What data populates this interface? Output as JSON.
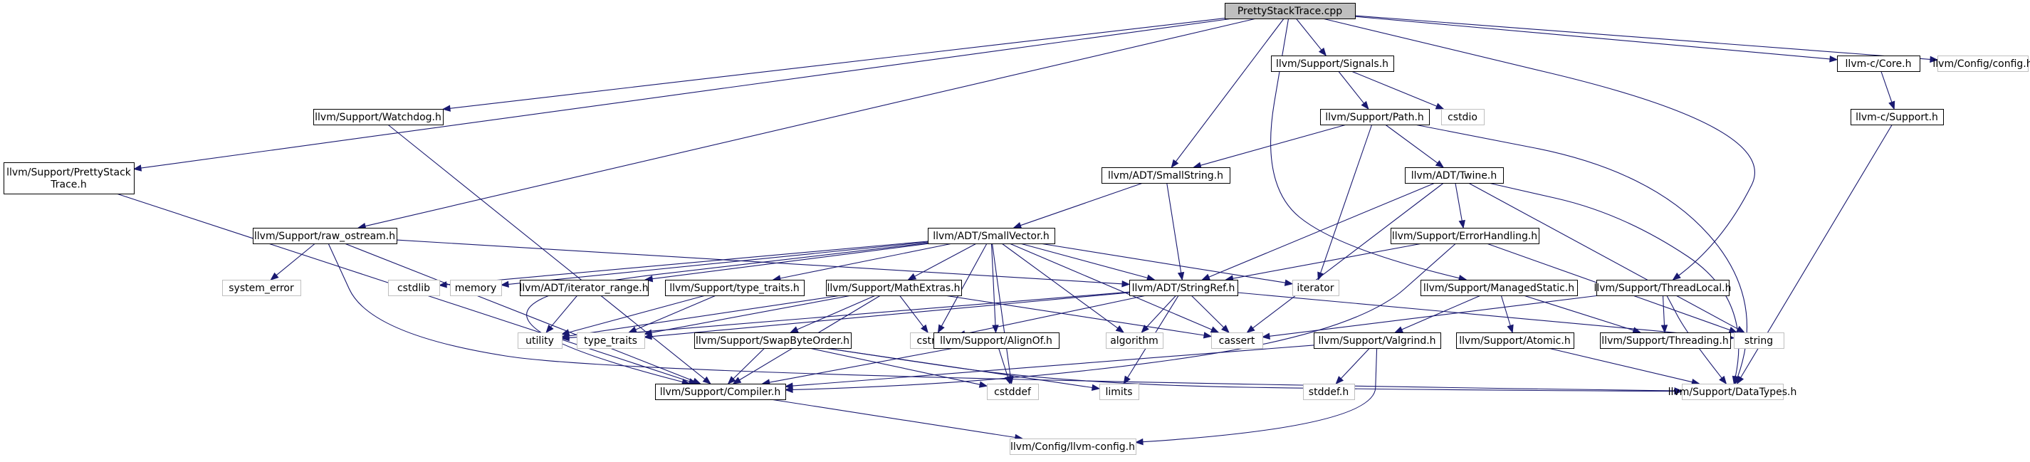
{
  "graph": {
    "colors": {
      "edge": "#191970",
      "root_fill": "#bfbfbf",
      "box_dark": "#000000",
      "box_light": "#bfbfbf",
      "background": "#ffffff"
    },
    "nodes": [
      {
        "id": "n0",
        "label": [
          "PrettyStackTrace.cpp"
        ],
        "style": "root"
      },
      {
        "id": "n1",
        "label": [
          "llvm/Support/Signals.h"
        ],
        "style": "dark"
      },
      {
        "id": "n2",
        "label": [
          "llvm-c/Core.h"
        ],
        "style": "dark"
      },
      {
        "id": "n3",
        "label": [
          "llvm/Config/config.h"
        ],
        "style": "light"
      },
      {
        "id": "n4",
        "label": [
          "llvm/Support/Watchdog.h"
        ],
        "style": "dark"
      },
      {
        "id": "n5",
        "label": [
          "llvm/Support/Path.h"
        ],
        "style": "dark"
      },
      {
        "id": "n6",
        "label": [
          "cstdio"
        ],
        "style": "light"
      },
      {
        "id": "n7",
        "label": [
          "llvm-c/Support.h"
        ],
        "style": "dark"
      },
      {
        "id": "n8",
        "label": [
          "llvm/Support/PrettyStack",
          "Trace.h"
        ],
        "style": "dark"
      },
      {
        "id": "n9",
        "label": [
          "llvm/ADT/SmallString.h"
        ],
        "style": "dark"
      },
      {
        "id": "n10",
        "label": [
          "llvm/ADT/Twine.h"
        ],
        "style": "dark"
      },
      {
        "id": "n11",
        "label": [
          "llvm/Support/raw_ostream.h"
        ],
        "style": "dark"
      },
      {
        "id": "n12",
        "label": [
          "llvm/ADT/SmallVector.h"
        ],
        "style": "dark"
      },
      {
        "id": "n13",
        "label": [
          "llvm/Support/ErrorHandling.h"
        ],
        "style": "dark"
      },
      {
        "id": "n14",
        "label": [
          "system_error"
        ],
        "style": "light"
      },
      {
        "id": "n15",
        "label": [
          "cstdlib"
        ],
        "style": "light"
      },
      {
        "id": "n16",
        "label": [
          "memory"
        ],
        "style": "light"
      },
      {
        "id": "n17",
        "label": [
          "llvm/ADT/iterator_range.h"
        ],
        "style": "dark"
      },
      {
        "id": "n18",
        "label": [
          "llvm/Support/type_traits.h"
        ],
        "style": "dark"
      },
      {
        "id": "n19",
        "label": [
          "llvm/Support/MathExtras.h"
        ],
        "style": "dark"
      },
      {
        "id": "n20",
        "label": [
          "llvm/ADT/StringRef.h"
        ],
        "style": "dark"
      },
      {
        "id": "n21",
        "label": [
          "iterator"
        ],
        "style": "light"
      },
      {
        "id": "n22",
        "label": [
          "llvm/Support/ManagedStatic.h"
        ],
        "style": "dark"
      },
      {
        "id": "n23",
        "label": [
          "llvm/Support/ThreadLocal.h"
        ],
        "style": "dark"
      },
      {
        "id": "n24",
        "label": [
          "utility"
        ],
        "style": "light"
      },
      {
        "id": "n25",
        "label": [
          "type_traits"
        ],
        "style": "light"
      },
      {
        "id": "n26",
        "label": [
          "llvm/Support/SwapByteOrder.h"
        ],
        "style": "dark"
      },
      {
        "id": "n27",
        "label": [
          "cstring"
        ],
        "style": "light"
      },
      {
        "id": "n28",
        "label": [
          "llvm/Support/AlignOf.h"
        ],
        "style": "dark"
      },
      {
        "id": "n29",
        "label": [
          "algorithm"
        ],
        "style": "light"
      },
      {
        "id": "n30",
        "label": [
          "cassert"
        ],
        "style": "light"
      },
      {
        "id": "n31",
        "label": [
          "llvm/Support/Valgrind.h"
        ],
        "style": "dark"
      },
      {
        "id": "n32",
        "label": [
          "llvm/Support/Atomic.h"
        ],
        "style": "dark"
      },
      {
        "id": "n33",
        "label": [
          "llvm/Support/Threading.h"
        ],
        "style": "dark"
      },
      {
        "id": "n34",
        "label": [
          "string"
        ],
        "style": "light"
      },
      {
        "id": "n35",
        "label": [
          "llvm/Support/Compiler.h"
        ],
        "style": "dark"
      },
      {
        "id": "n36",
        "label": [
          "cstddef"
        ],
        "style": "light"
      },
      {
        "id": "n37",
        "label": [
          "limits"
        ],
        "style": "light"
      },
      {
        "id": "n38",
        "label": [
          "stddef.h"
        ],
        "style": "light"
      },
      {
        "id": "n39",
        "label": [
          "llvm/Support/DataTypes.h"
        ],
        "style": "light"
      },
      {
        "id": "n40",
        "label": [
          "llvm/Config/llvm-config.h"
        ],
        "style": "light"
      }
    ],
    "edges": [
      [
        "n0",
        "n1"
      ],
      [
        "n0",
        "n2"
      ],
      [
        "n0",
        "n3"
      ],
      [
        "n0",
        "n4"
      ],
      [
        "n0",
        "n8"
      ],
      [
        "n0",
        "n9"
      ],
      [
        "n0",
        "n11"
      ],
      [
        "n0",
        "n22"
      ],
      [
        "n0",
        "n23"
      ],
      [
        "n1",
        "n5"
      ],
      [
        "n1",
        "n6"
      ],
      [
        "n2",
        "n7"
      ],
      [
        "n7",
        "n39"
      ],
      [
        "n4",
        "n35"
      ],
      [
        "n8",
        "n35"
      ],
      [
        "n5",
        "n9"
      ],
      [
        "n5",
        "n10"
      ],
      [
        "n5",
        "n21"
      ],
      [
        "n5",
        "n39"
      ],
      [
        "n9",
        "n12"
      ],
      [
        "n9",
        "n20"
      ],
      [
        "n10",
        "n13"
      ],
      [
        "n10",
        "n20"
      ],
      [
        "n10",
        "n30"
      ],
      [
        "n10",
        "n34"
      ],
      [
        "n10",
        "n39"
      ],
      [
        "n11",
        "n14"
      ],
      [
        "n11",
        "n20"
      ],
      [
        "n11",
        "n35"
      ],
      [
        "n11",
        "n39"
      ],
      [
        "n12",
        "n15"
      ],
      [
        "n12",
        "n16"
      ],
      [
        "n12",
        "n17"
      ],
      [
        "n12",
        "n18"
      ],
      [
        "n12",
        "n19"
      ],
      [
        "n12",
        "n20"
      ],
      [
        "n12",
        "n21"
      ],
      [
        "n12",
        "n27"
      ],
      [
        "n12",
        "n28"
      ],
      [
        "n12",
        "n29"
      ],
      [
        "n12",
        "n30"
      ],
      [
        "n12",
        "n35"
      ],
      [
        "n12",
        "n36"
      ],
      [
        "n13",
        "n20"
      ],
      [
        "n13",
        "n34"
      ],
      [
        "n13",
        "n35"
      ],
      [
        "n17",
        "n24"
      ],
      [
        "n18",
        "n24"
      ],
      [
        "n18",
        "n25"
      ],
      [
        "n19",
        "n24"
      ],
      [
        "n19",
        "n25"
      ],
      [
        "n19",
        "n26"
      ],
      [
        "n19",
        "n27"
      ],
      [
        "n19",
        "n30"
      ],
      [
        "n19",
        "n35"
      ],
      [
        "n20",
        "n24"
      ],
      [
        "n20",
        "n25"
      ],
      [
        "n20",
        "n27"
      ],
      [
        "n20",
        "n29"
      ],
      [
        "n20",
        "n30"
      ],
      [
        "n20",
        "n34"
      ],
      [
        "n20",
        "n37"
      ],
      [
        "n22",
        "n31"
      ],
      [
        "n22",
        "n32"
      ],
      [
        "n22",
        "n33"
      ],
      [
        "n23",
        "n30"
      ],
      [
        "n23",
        "n33"
      ],
      [
        "n23",
        "n39"
      ],
      [
        "n26",
        "n35"
      ],
      [
        "n26",
        "n36"
      ],
      [
        "n26",
        "n37"
      ],
      [
        "n26",
        "n39"
      ],
      [
        "n28",
        "n35"
      ],
      [
        "n28",
        "n36"
      ],
      [
        "n31",
        "n35"
      ],
      [
        "n31",
        "n38"
      ],
      [
        "n31",
        "n40"
      ],
      [
        "n32",
        "n39"
      ],
      [
        "n35",
        "n40"
      ]
    ]
  }
}
